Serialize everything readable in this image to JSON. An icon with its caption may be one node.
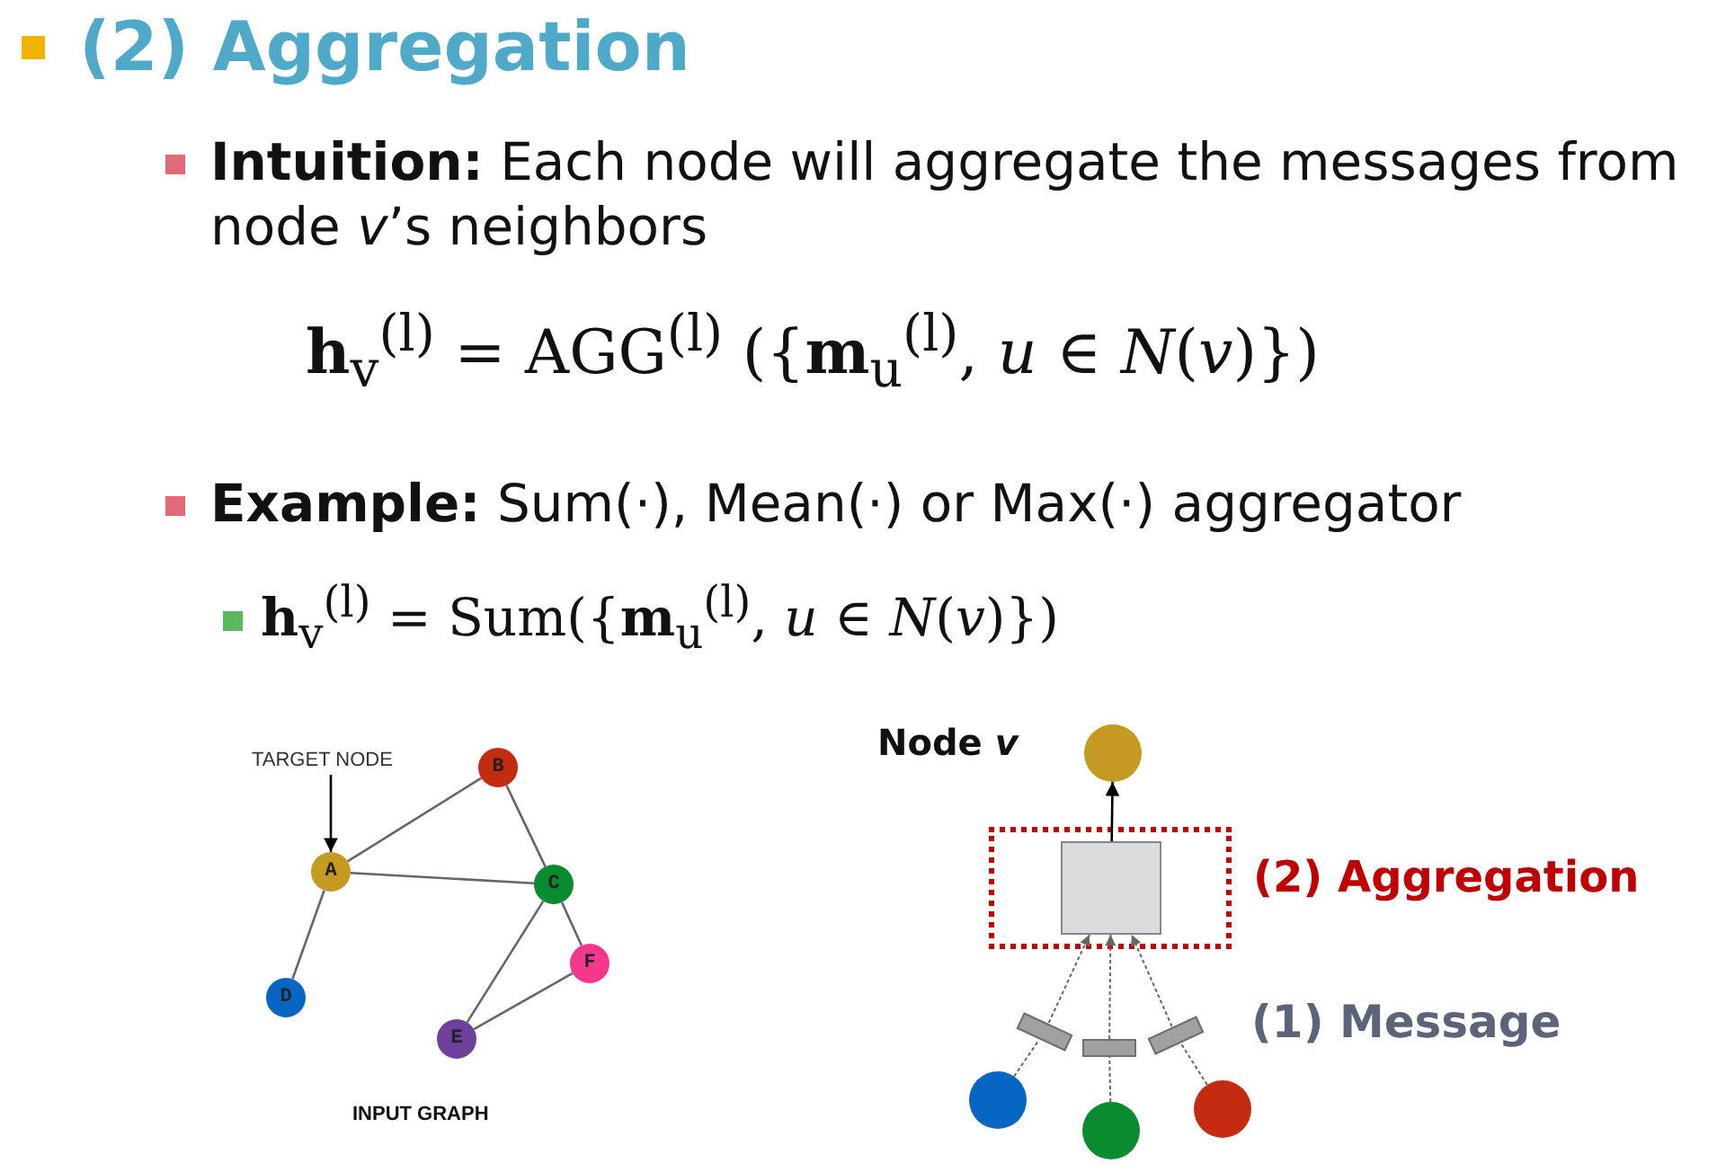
{
  "diagram": {
    "title": "(2) Aggregation",
    "nodes": [
      {
        "text": [
          "TARGET NODE"
        ]
      },
      {
        "text": [
          "A"
        ]
      },
      {
        "text": [
          "B"
        ]
      },
      {
        "text": [
          "C"
        ]
      },
      {
        "text": [
          "D"
        ]
      },
      {
        "text": [
          "E"
        ]
      },
      {
        "text": [
          "F"
        ]
      },
      {
        "text": [],
        "shape": "circle",
        "beside": [
          "Node *v*"
        ]
      },
      {
        "text": [
          "(2) Aggregation"
        ]
      },
      {
        "text": [],
        "shape": "box",
        "in": 8
      },
      {
        "text": [],
        "shape": "box"
      },
      {
        "text": [],
        "shape": "box"
      },
      {
        "text": [],
        "shape": "box"
      },
      {
        "text": [],
        "shape": "circle"
      },
      {
        "text": [],
        "shape": "circle"
      },
      {
        "text": [],
        "shape": "circle"
      }
    ],
    "edges": [
      {
        "from": 0,
        "to": 1,
        "arrow": "to",
        "color": "#000000"
      },
      {
        "from": 1,
        "to": 2,
        "arrow": "none"
      },
      {
        "from": 1,
        "to": 3,
        "arrow": "none"
      },
      {
        "from": 1,
        "to": 4,
        "arrow": "none"
      },
      {
        "from": 2,
        "to": 3,
        "arrow": "none"
      },
      {
        "from": 3,
        "to": 5,
        "arrow": "none"
      },
      {
        "from": 3,
        "to": 6,
        "arrow": "none"
      },
      {
        "from": 5,
        "to": 6,
        "arrow": "none"
      },
      {
        "from": 9,
        "to": 7,
        "arrow": "to",
        "color": "#000000"
      },
      {
        "from": 13,
        "to": 10,
        "arrow": "none",
        "style": "dashed"
      },
      {
        "from": 10,
        "to": 9,
        "arrow": "to",
        "style": "dashed"
      },
      {
        "from": 14,
        "to": 11,
        "arrow": "none",
        "style": "dashed"
      },
      {
        "from": 11,
        "to": 9,
        "arrow": "to",
        "style": "dashed"
      },
      {
        "from": 15,
        "to": 12,
        "arrow": "none",
        "style": "dashed"
      },
      {
        "from": 12,
        "to": 9,
        "arrow": "to",
        "style": "dashed"
      }
    ],
    "labels": [
      "**Intuition:** Each node will aggregate the messages from node *v*’s neighbors",
      "**h**$_{v}$$^{(l)}$ = AGG$^{(l)}$ ({**m**$_{u}$$^{(l)}$, *u* ∈ *N*(*v*)})",
      "**Example:** Sum(·), Mean(·) or Max(·) aggregator",
      "**h**$_{v}$$^{(l)}$ = Sum({**m**$_{u}$$^{(l)}$, *u* ∈ *N*(*v*)})",
      "INPUT GRAPH",
      "(1) Message"
    ]
  }
}
